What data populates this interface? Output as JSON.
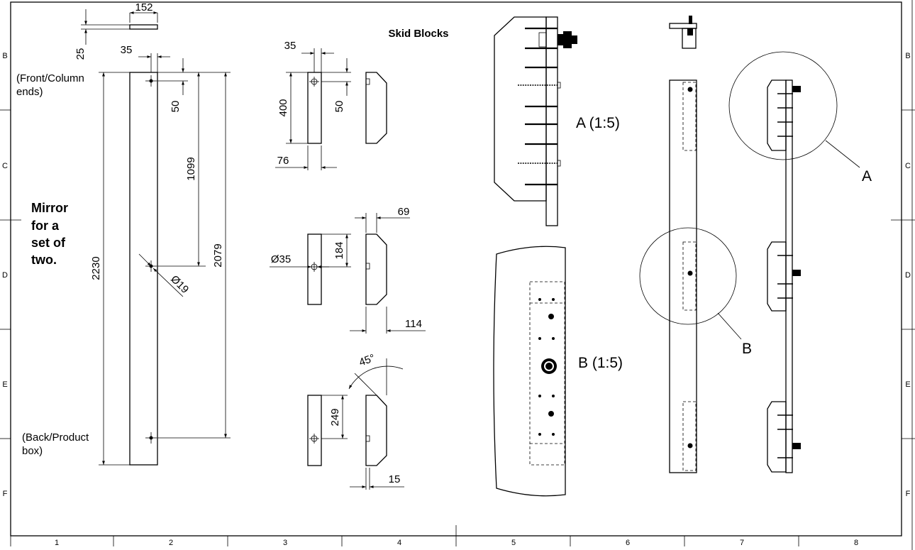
{
  "title": "Skid Blocks",
  "note": [
    "Mirror",
    "for a",
    "set of",
    "two."
  ],
  "labels": {
    "front": [
      "(Front/Column",
      "ends)"
    ],
    "back": [
      "(Back/Product",
      "box)"
    ]
  },
  "details": {
    "a_scale": "A (1:5)",
    "b_scale": "B (1:5)",
    "a_marker": "A",
    "b_marker": "B"
  },
  "dimensions": {
    "d152": "152",
    "d25": "25",
    "d35_top": "35",
    "d50_main": "50",
    "d1099": "1099",
    "d2230": "2230",
    "d2079": "2079",
    "d19": "Ø19",
    "d35_block": "35",
    "d400": "400",
    "d50_block": "50",
    "d76": "76",
    "d69": "69",
    "d184": "184",
    "d35_dia": "Ø35",
    "d114": "114",
    "d45": "45°",
    "d249": "249",
    "d15": "15"
  },
  "grid": {
    "columns": [
      "1",
      "2",
      "3",
      "4",
      "5",
      "6",
      "7",
      "8"
    ],
    "rows": [
      "B",
      "C",
      "D",
      "E",
      "F"
    ]
  }
}
